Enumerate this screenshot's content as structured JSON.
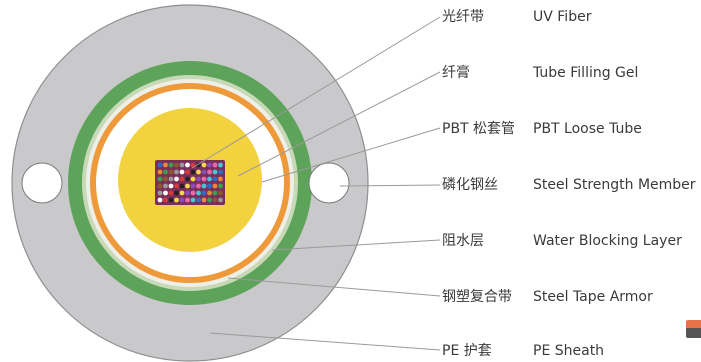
{
  "labels": [
    {
      "cn": "光纤带",
      "en": "UV Fiber"
    },
    {
      "cn": "纤膏",
      "en": "Tube Filling Gel"
    },
    {
      "cn": "PBT 松套管",
      "en": "PBT Loose Tube"
    },
    {
      "cn": "磷化钢丝",
      "en": "Steel Strength Member"
    },
    {
      "cn": "阻水层",
      "en": "Water Blocking Layer"
    },
    {
      "cn": "钢塑复合带",
      "en": "Steel Tape Armor"
    },
    {
      "cn": "PE 护套",
      "en": "PE Sheath"
    }
  ],
  "colors": {
    "sheath": "#c9c9cb",
    "armor": "#5ea35a",
    "water_block": "#f1f1ee",
    "loose_tube": "#ee9a3a",
    "gel": "#f3d23f",
    "strength_member": "#ffffff",
    "leader_line": "#9a9a9a"
  }
}
